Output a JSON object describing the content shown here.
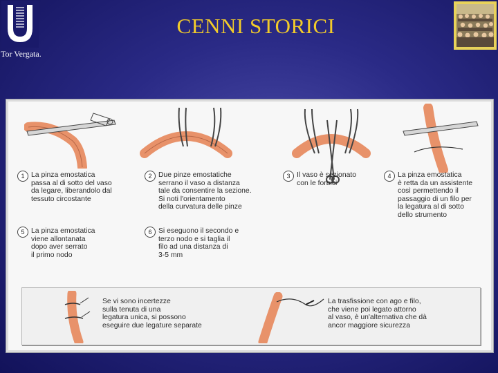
{
  "slide": {
    "title": "CENNI STORICI",
    "org": "Tor Vergata."
  },
  "steps": [
    {
      "number": "1",
      "lines": [
        "La pinza emostatica",
        "passa al di sotto del vaso",
        "da legare, liberandolo dal",
        "tessuto circostante"
      ]
    },
    {
      "number": "2",
      "lines": [
        "Due pinze emostatiche",
        "serrano il vaso a distanza",
        "tale da consentire la sezione.",
        "Si noti l'orientamento",
        "della curvatura delle pinze"
      ]
    },
    {
      "number": "3",
      "lines": [
        "Il vaso è sezionato",
        "con le forbici"
      ]
    },
    {
      "number": "4",
      "lines": [
        "La pinza emostatica",
        "è retta da un assistente",
        "così permettendo il",
        "passaggio di un filo per",
        "la legatura al di sotto",
        "dello strumento"
      ]
    },
    {
      "number": "5",
      "lines": [
        "La pinza emostatica",
        "viene allontanata",
        "dopo aver serrato",
        "il primo nodo"
      ]
    },
    {
      "number": "6",
      "lines": [
        "Si eseguono il secondo e",
        "terzo nodo e si taglia il",
        "filo ad una distanza di",
        "3-5 mm"
      ]
    }
  ],
  "notes": [
    {
      "lines": [
        "Se vi sono incertezze",
        "sulla tenuta di una",
        "legatura unica, si possono",
        "eseguire due legature separate"
      ]
    },
    {
      "lines": [
        "La trasfissione con ago e filo,",
        "che viene poi legato attorno",
        "al vaso, è un'alternativa che dà",
        "ancor maggiore sicurezza"
      ]
    }
  ],
  "colors": {
    "title": "#f2cb2a",
    "vessel": "#e8926a",
    "background": "#2a2a86"
  },
  "icons": [
    "university-logo",
    "group-photo",
    "hemostat-illustration",
    "scissors-illustration",
    "ligature-illustration"
  ]
}
